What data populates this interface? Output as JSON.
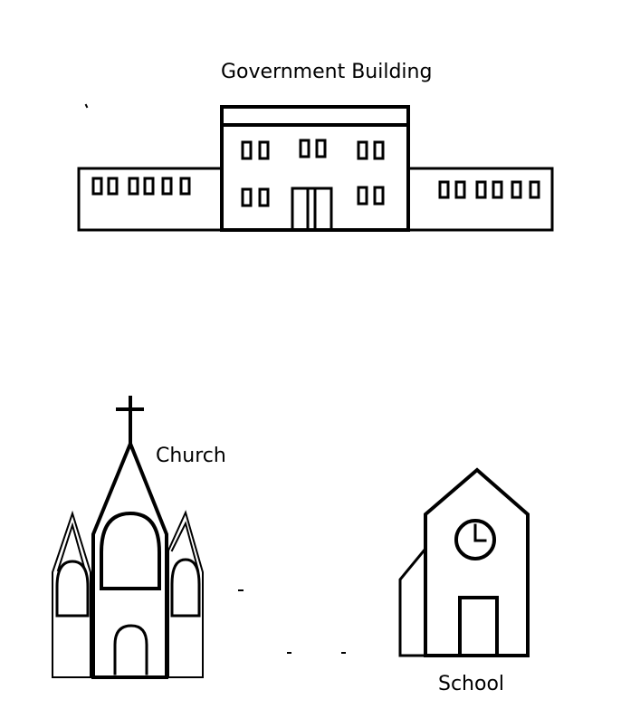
{
  "labels": {
    "government": "Government Building",
    "church": "Church",
    "school": "School"
  },
  "colors": {
    "background": "#ffffff",
    "ink": "#000000"
  }
}
